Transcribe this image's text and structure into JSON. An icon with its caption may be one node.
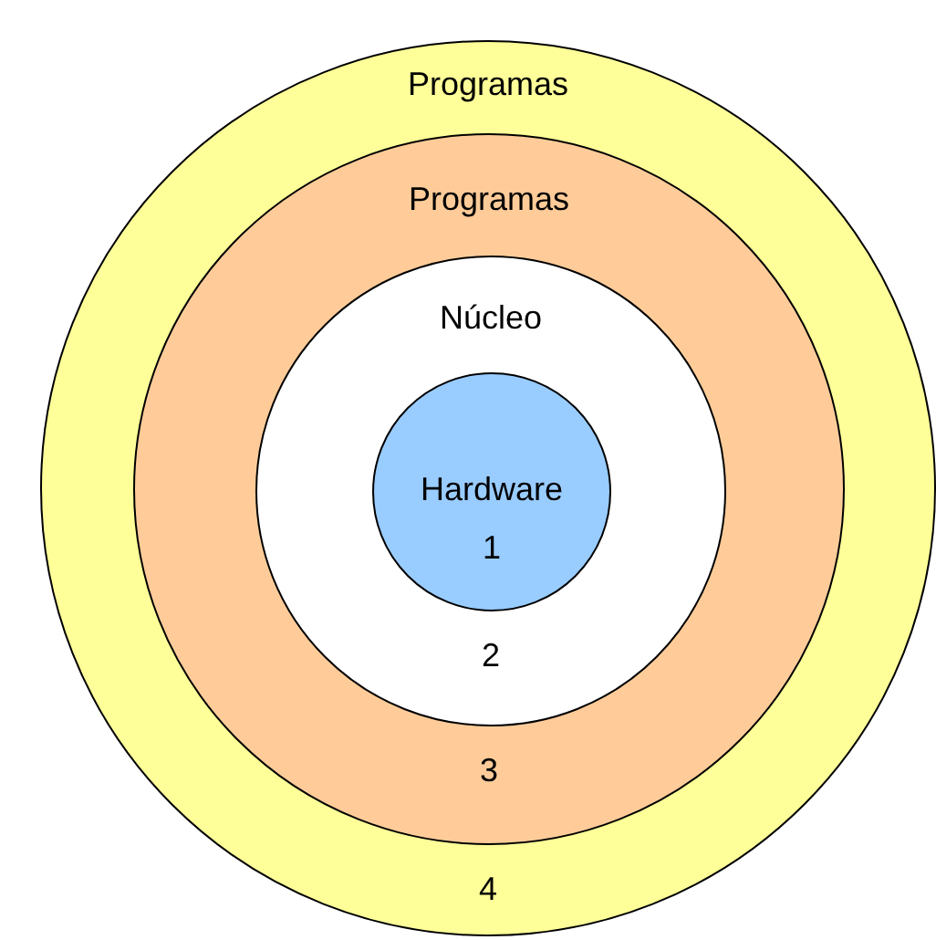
{
  "diagram": {
    "nodes": [
      {
        "text": [
          "Programas",
          "4"
        ]
      },
      {
        "text": [
          "Programas",
          "3"
        ],
        "in": 0
      },
      {
        "text": [
          "Núcleo",
          "2"
        ],
        "in": 1
      },
      {
        "text": [
          "Hardware",
          "1"
        ],
        "in": 2
      }
    ]
  }
}
